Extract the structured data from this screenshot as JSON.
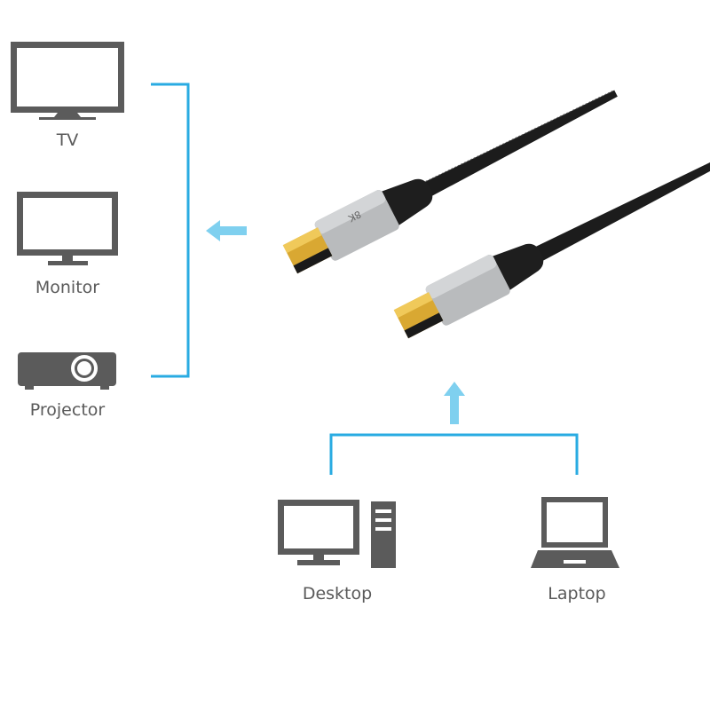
{
  "labels": {
    "tv": "TV",
    "monitor": "Monitor",
    "projector": "Projector",
    "desktop": "Desktop",
    "laptop": "Laptop"
  },
  "connector_marking": "8K",
  "colors": {
    "icon": "#5b5b5b",
    "line": "#29abe2",
    "arrow": "#7fd0ef",
    "shell": "#b9bbbd",
    "gold": "#d9a832",
    "cable": "#1c1c1c"
  }
}
